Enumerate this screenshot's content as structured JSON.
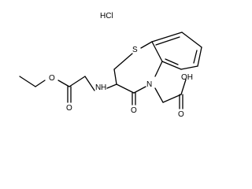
{
  "salt": "HCl",
  "atoms": {
    "s1": "S",
    "n_amine": "N",
    "h_amine": "H",
    "n_ring": "N",
    "o_lactam": "O",
    "o_ester_carbonyl": "O",
    "o_ester_ether": "O",
    "o_acid_carbonyl": "O",
    "oh_acid": "OH"
  }
}
